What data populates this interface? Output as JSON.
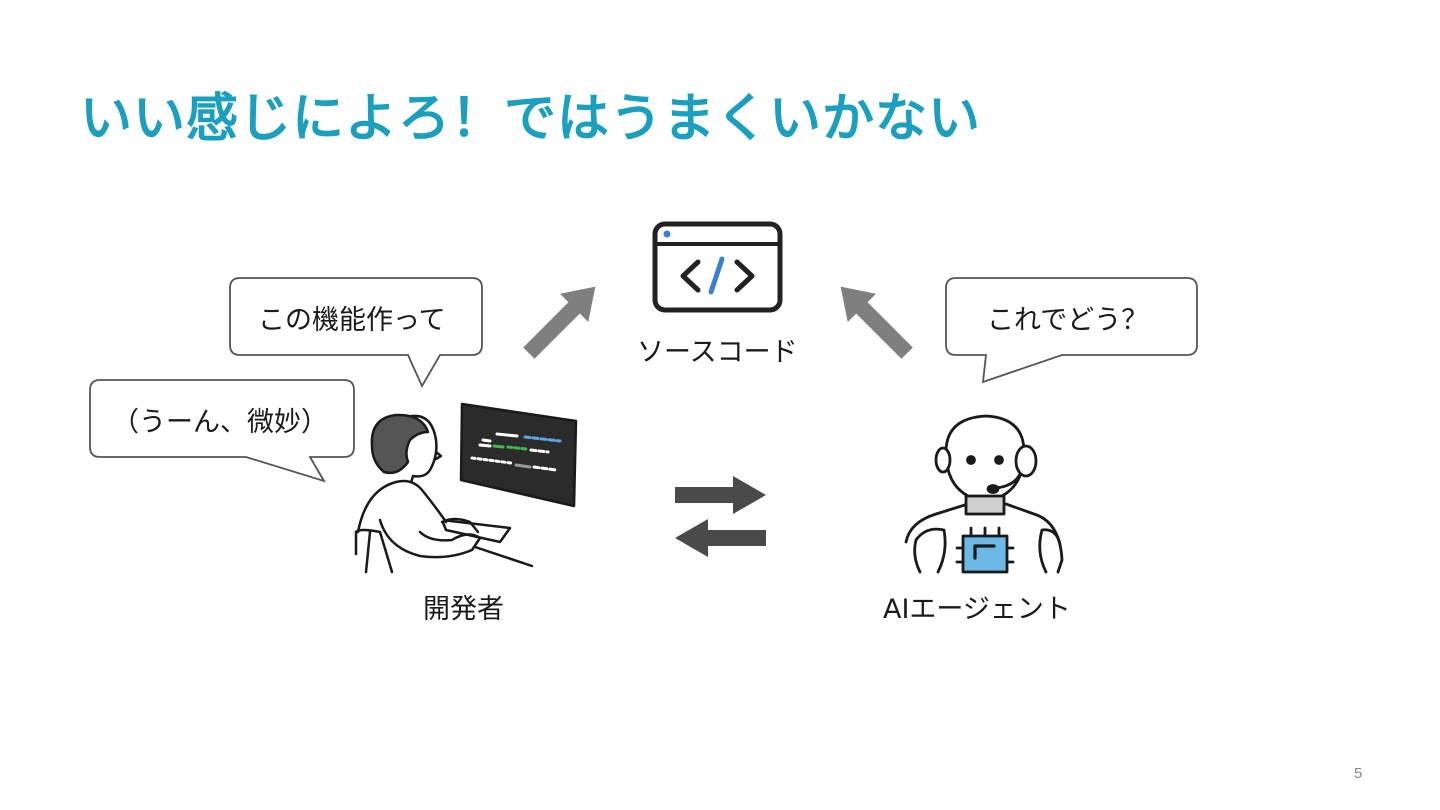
{
  "slide": {
    "title": "いい感じによろ！ではうまくいかない",
    "page_number": "5"
  },
  "bubbles": {
    "developer_request": "この機能作って",
    "developer_thought": "（うーん、微妙）",
    "agent_reply": "これでどう？"
  },
  "labels": {
    "source_code": "ソースコード",
    "developer": "開発者",
    "ai_agent": "AIエージェント"
  },
  "colors": {
    "title": "#1a9fbf",
    "arrow_gray": "#7f7f7f",
    "exchange_arrow": "#4a4a4a",
    "code_slash": "#3b7fd4",
    "chip": "#6cb8e6",
    "screen": "#2b2b2b"
  },
  "icons": {
    "source_code": "code-window-icon",
    "developer": "developer-illustration",
    "ai_agent": "robot-agent-illustration"
  }
}
